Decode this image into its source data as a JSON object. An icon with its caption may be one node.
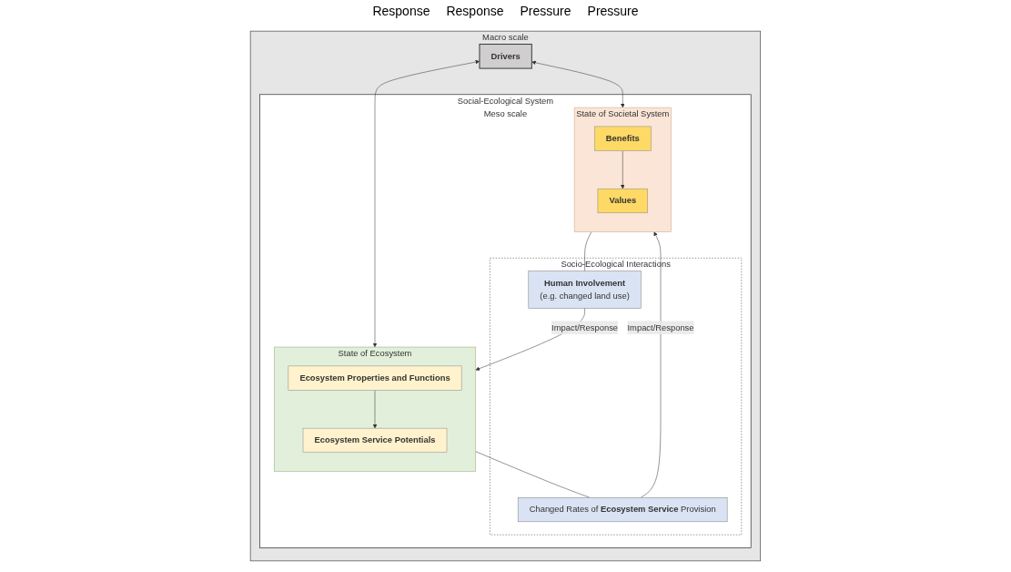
{
  "diagram": {
    "nodes": [
      {
        "text": [
          "Macro scale"
        ]
      },
      {
        "text": [
          "Drivers"
        ],
        "in": 0
      },
      {
        "text": [
          "Social-Ecological System",
          "Meso scale"
        ],
        "in": 0
      },
      {
        "text": [
          "State of Ecosystem"
        ],
        "in": 2
      },
      {
        "text": [
          "Ecosystem Properties and Functions"
        ],
        "in": 3
      },
      {
        "text": [
          "Ecosystem Service Potentials"
        ],
        "in": 3
      },
      {
        "text": [
          "Socio-Ecological Interactions"
        ],
        "in": 2
      },
      {
        "text": [
          "Human Involvement",
          "(e.g. changed land use)"
        ],
        "in": 6
      },
      {
        "text": [
          "Changed Rates of **Ecosystem Service** Provision"
        ],
        "in": 6
      },
      {
        "text": [
          "State of Societal System"
        ],
        "in": 2
      },
      {
        "text": [
          "Values"
        ],
        "in": 9
      },
      {
        "text": [
          "Benefits"
        ],
        "in": 9
      }
    ],
    "edges": [
      {
        "from": 1,
        "to": 3,
        "arrow": "both"
      },
      {
        "from": 1,
        "to": 9,
        "arrow": "both"
      },
      {
        "from": 9,
        "to": 7,
        "arrow": "none"
      },
      {
        "from": 7,
        "to": 3,
        "arrow": "to",
        "label": "Impact/Response"
      },
      {
        "from": 3,
        "to": 8,
        "arrow": "none"
      },
      {
        "from": 8,
        "to": 9,
        "arrow": "to",
        "label": "Impact/Response"
      },
      {
        "from": 4,
        "to": 5,
        "arrow": "to"
      },
      {
        "from": 11,
        "to": 10,
        "arrow": "to"
      }
    ],
    "labels": [
      "Response",
      "Response",
      "Pressure",
      "Pressure"
    ]
  }
}
